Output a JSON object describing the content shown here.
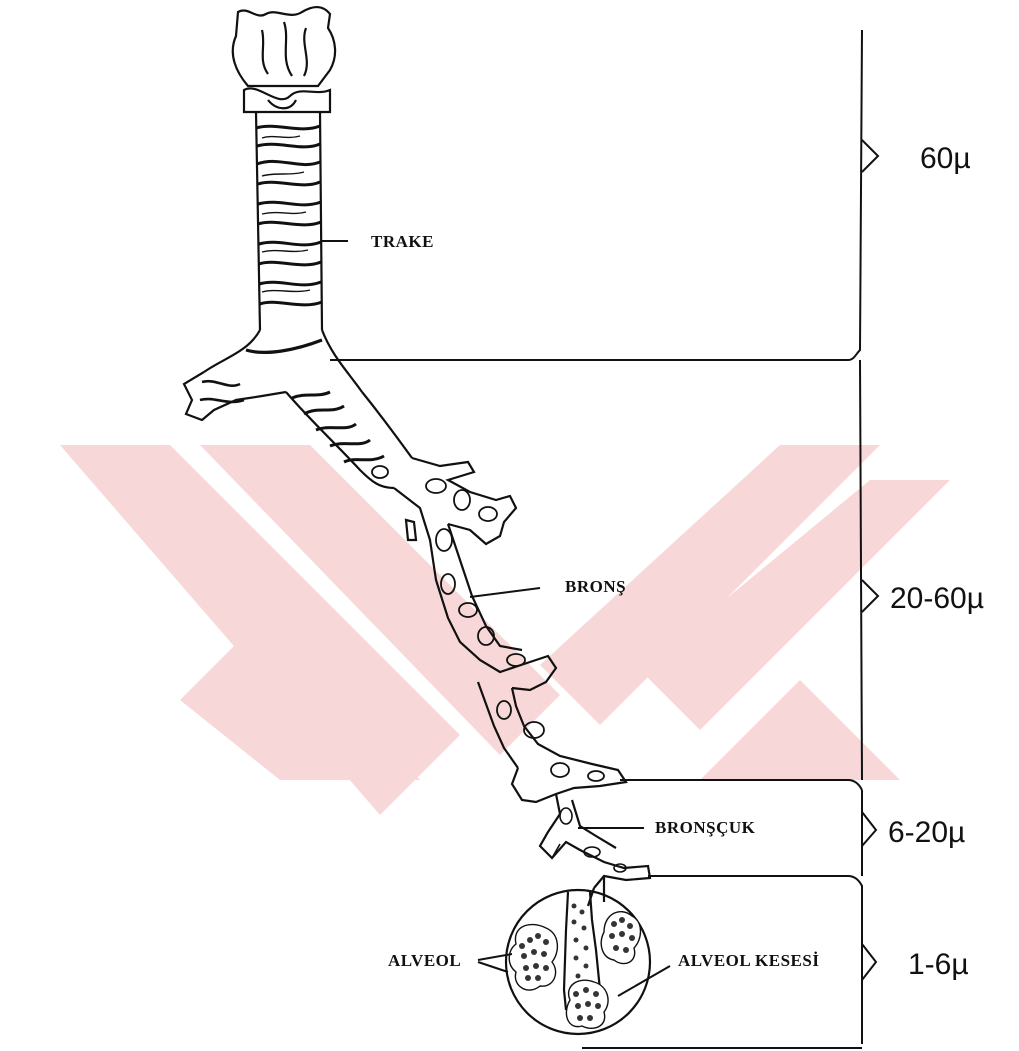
{
  "labels": {
    "trachea": "TRAKE",
    "bronchus": "BRONŞ",
    "bronchiole": "BRONŞÇUK",
    "alveolus": "ALVEOL",
    "alveolar_sac": "ALVEOL KESESİ"
  },
  "sizes": {
    "trachea": "60µ",
    "bronchus": "20-60µ",
    "bronchiole": "6-20µ",
    "alveolus": "1-6µ"
  },
  "colors": {
    "ink": "#111111",
    "watermark": "#f7d7d7"
  }
}
